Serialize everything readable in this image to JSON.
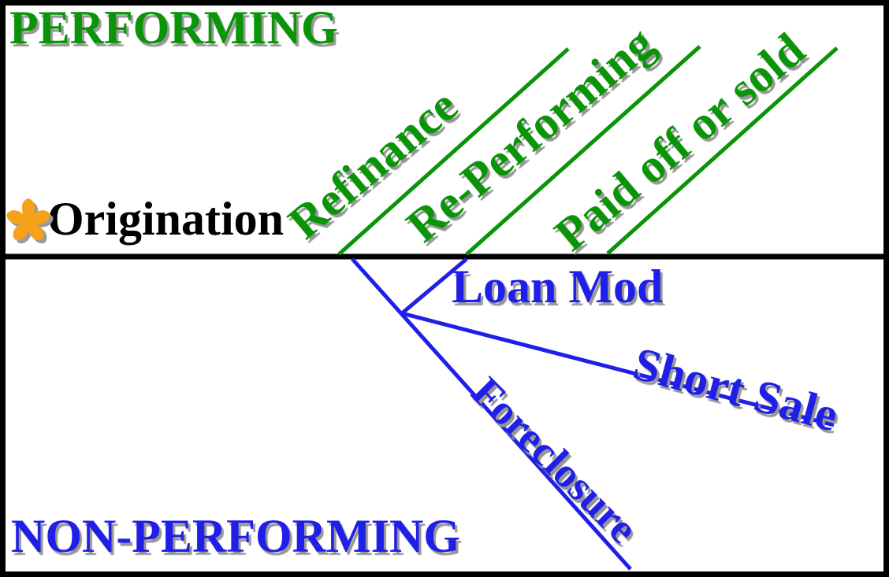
{
  "diagram_title": "Mortgage loan lifecycle flow",
  "zones": {
    "performing_label": "PERFORMING",
    "non_performing_label": "NON-PERFORMING"
  },
  "timeline": {
    "origination_label": "Origination",
    "origination_marker": "asterisk-flower"
  },
  "performing_branches": [
    {
      "label": "Refinance"
    },
    {
      "label": "Re-Performing"
    },
    {
      "label": "Paid off or sold"
    }
  ],
  "non_performing_branches": [
    {
      "label": "Loan Mod"
    },
    {
      "label": "Short Sale"
    },
    {
      "label": "Foreclosure"
    }
  ],
  "colors": {
    "performing_green": "#0a9408",
    "non_performing_blue": "#1f1fe8",
    "timeline_black": "#000000",
    "asterisk_orange": "#f6a01c",
    "shadow_grey": "#969696"
  }
}
